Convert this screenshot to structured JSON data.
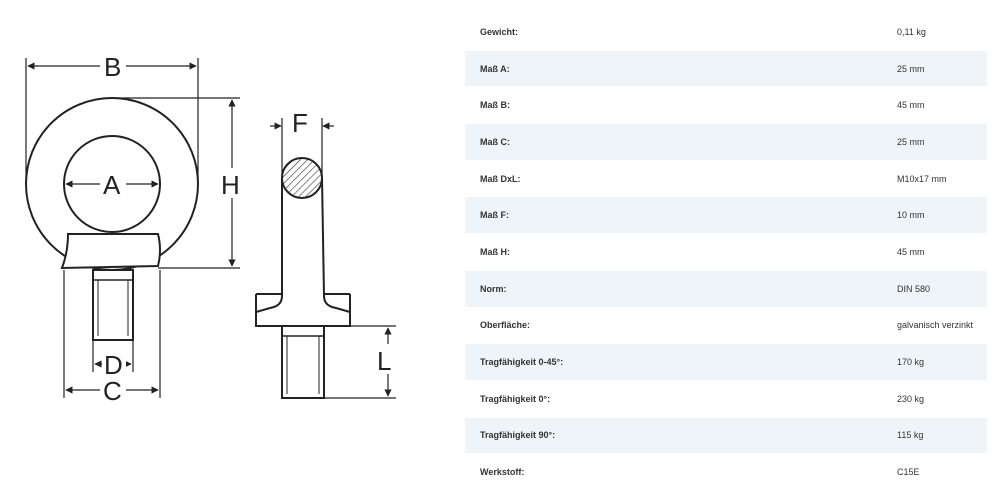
{
  "drawing": {
    "labels": {
      "A": "A",
      "B": "B",
      "C": "C",
      "D": "D",
      "F": "F",
      "H": "H",
      "L": "L"
    }
  },
  "specs": [
    {
      "label": "Gewicht:",
      "value": "0,11 kg"
    },
    {
      "label": "Maß A:",
      "value": "25 mm"
    },
    {
      "label": "Maß B:",
      "value": "45 mm"
    },
    {
      "label": "Maß C:",
      "value": "25 mm"
    },
    {
      "label": "Maß DxL:",
      "value": "M10x17 mm"
    },
    {
      "label": "Maß F:",
      "value": "10 mm"
    },
    {
      "label": "Maß H:",
      "value": "45 mm"
    },
    {
      "label": "Norm:",
      "value": "DIN 580"
    },
    {
      "label": "Oberfläche:",
      "value": "galvanisch verzinkt"
    },
    {
      "label": "Tragfähigkeit 0-45°:",
      "value": "170 kg"
    },
    {
      "label": "Tragfähigkeit 0°:",
      "value": "230 kg"
    },
    {
      "label": "Tragfähigkeit 90°:",
      "value": "115 kg"
    },
    {
      "label": "Werkstoff:",
      "value": "C15E"
    }
  ]
}
